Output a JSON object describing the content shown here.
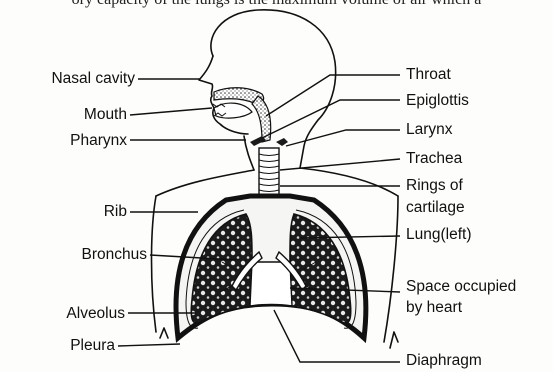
{
  "top_line": "ory capacity of the lungs is the maximum volume of air which a",
  "labels": {
    "nasal_cavity": "Nasal cavity",
    "mouth": "Mouth",
    "pharynx": "Pharynx",
    "rib": "Rib",
    "bronchus": "Bronchus",
    "alveolus": "Alveolus",
    "pleura": "Pleura",
    "throat": "Throat",
    "epiglottis": "Epiglottis",
    "larynx": "Larynx",
    "trachea": "Trachea",
    "rings_of_cartilage_1": "Rings of",
    "rings_of_cartilage_2": "cartilage",
    "lung_left": "Lung(left)",
    "space_heart_1": "Space occupied",
    "space_heart_2": "by heart",
    "diaphragm": "Diaphragm"
  }
}
